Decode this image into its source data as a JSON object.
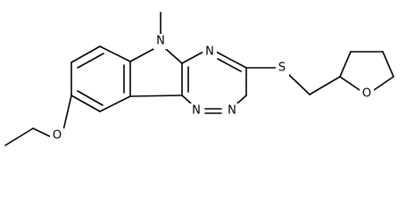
{
  "molecule": {
    "atoms": [
      {
        "id": "N1",
        "label": "N"
      },
      {
        "id": "N2",
        "label": "N"
      },
      {
        "id": "N3",
        "label": "N"
      },
      {
        "id": "N4",
        "label": "N"
      },
      {
        "id": "S1",
        "label": "S"
      },
      {
        "id": "O1",
        "label": "O"
      },
      {
        "id": "O2",
        "label": "O"
      }
    ]
  }
}
